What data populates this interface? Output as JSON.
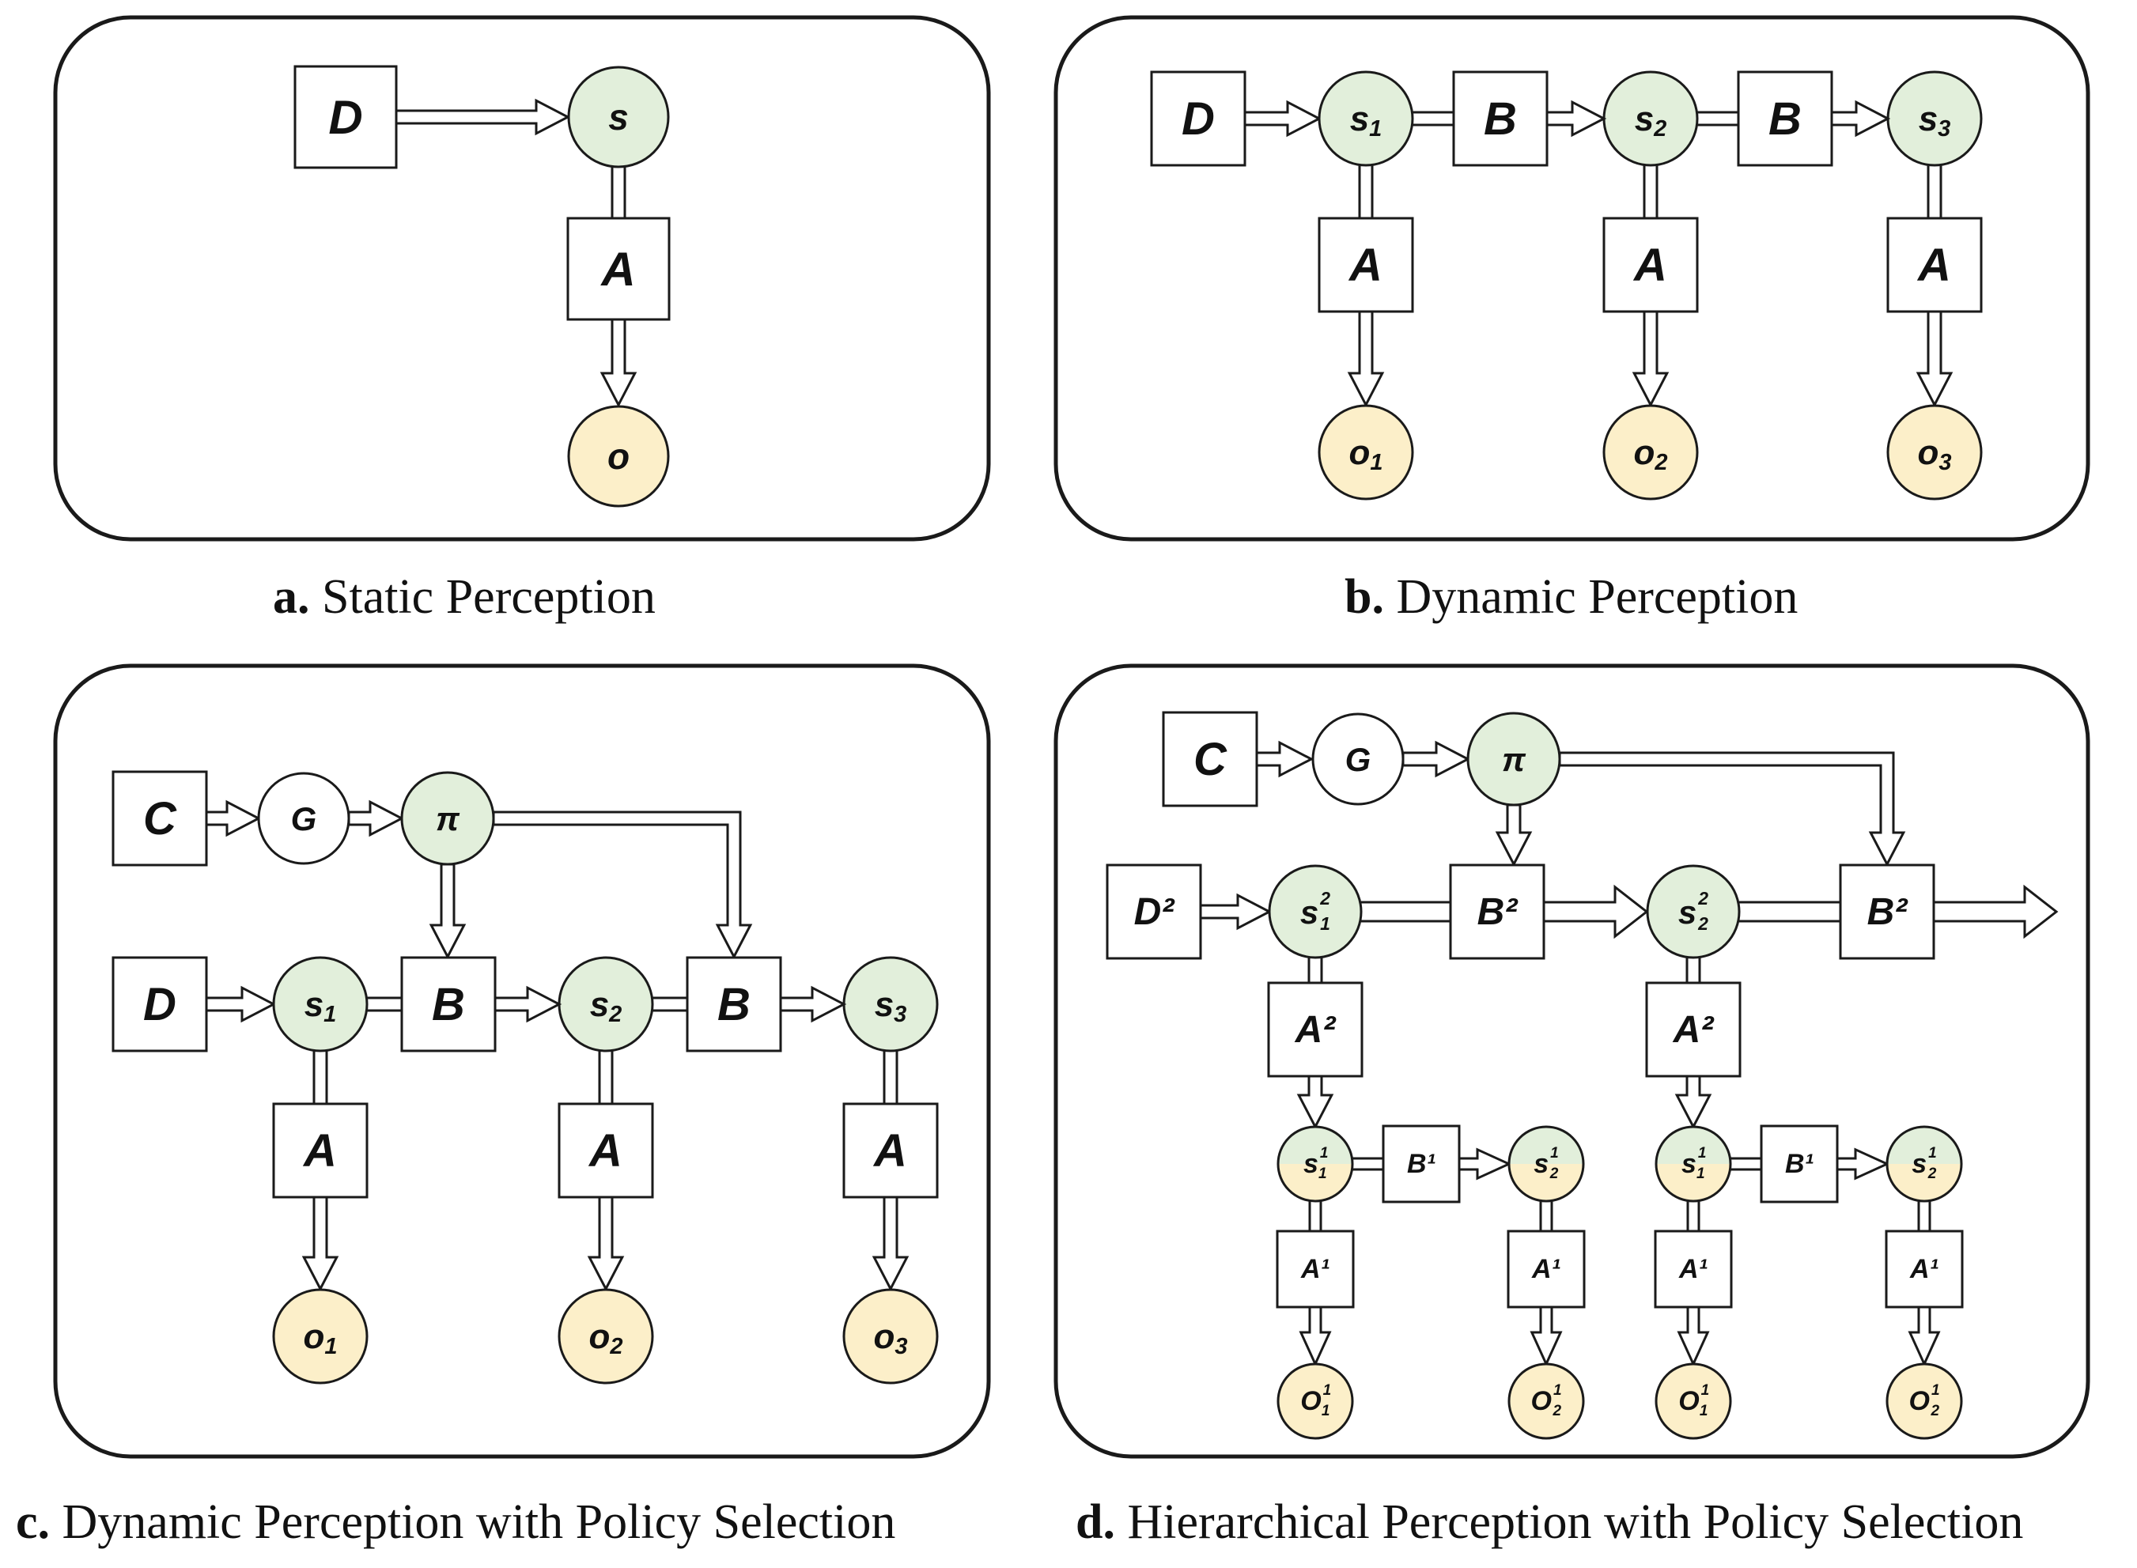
{
  "panels": {
    "a": {
      "letter": "a.",
      "title": "Static Perception"
    },
    "b": {
      "letter": "b.",
      "title": "Dynamic Perception"
    },
    "c": {
      "letter": "c.",
      "title": "Dynamic Perception with Policy Selection"
    },
    "d": {
      "letter": "d.",
      "title": "Hierarchical Perception with Policy Selection"
    }
  },
  "labels": {
    "D": "D",
    "A": "A",
    "B": "B",
    "C": "C",
    "G": "G",
    "pi": "π",
    "s": "s",
    "o": "o",
    "s1": "s",
    "s2": "s",
    "s3": "s",
    "o1": "o",
    "o2": "o",
    "o3": "o",
    "sub1": "1",
    "sub2": "2",
    "sub3": "3",
    "D2": "D²",
    "B2": "B²",
    "A2": "A²",
    "B1": "B¹",
    "A1": "A¹",
    "hs": "s",
    "hO": "O",
    "sup1": "1",
    "sup2": "2"
  },
  "colors": {
    "state_fill": "#e2efdb",
    "outcome_fill": "#fcefc9",
    "line": "#1a1a1a"
  }
}
